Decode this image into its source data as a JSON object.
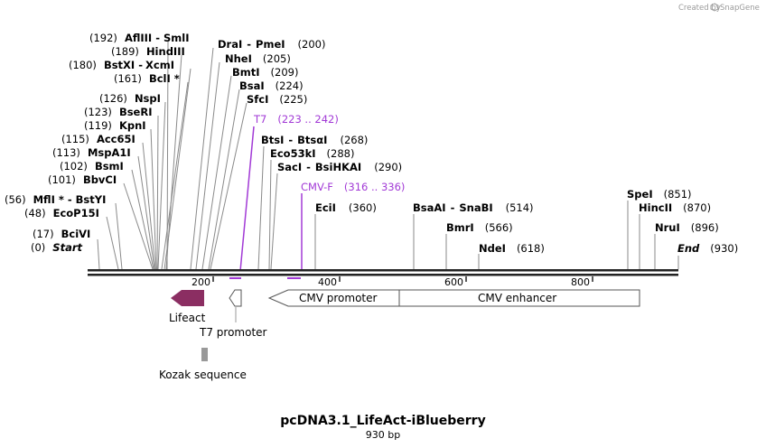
{
  "credit": {
    "prefix": "Created by",
    "brand": "SnapGene"
  },
  "title": "pcDNA3.1_LifeAct-iBlueberry",
  "length_label": "930 bp",
  "map": {
    "start_label": "Start",
    "start_pos": "(0)",
    "end_label": "End",
    "end_pos": "(930)"
  },
  "scale_ticks": [
    "200",
    "400",
    "600",
    "800"
  ],
  "sites": [
    {
      "pos": "(192)",
      "name": "AflIII",
      "name2": "SmlI"
    },
    {
      "pos": "(189)",
      "name": "HindIII"
    },
    {
      "pos": "(180)",
      "name": "BstXI",
      "name2": "XcmI"
    },
    {
      "pos": "(161)",
      "name": "BclI *"
    },
    {
      "pos": "(126)",
      "name": "NspI"
    },
    {
      "pos": "(123)",
      "name": "BseRI"
    },
    {
      "pos": "(119)",
      "name": "KpnI"
    },
    {
      "pos": "(115)",
      "name": "Acc65I"
    },
    {
      "pos": "(113)",
      "name": "MspA1I"
    },
    {
      "pos": "(102)",
      "name": "BsmI"
    },
    {
      "pos": "(101)",
      "name": "BbvCI"
    },
    {
      "pos": "(56)",
      "name": "MflI *",
      "name2": "BstYI"
    },
    {
      "pos": "(48)",
      "name": "EcoP15I"
    },
    {
      "pos": "(17)",
      "name": "BciVI"
    },
    {
      "pos": "(200)",
      "name": "DraI",
      "name2": "PmeI"
    },
    {
      "pos": "(205)",
      "name": "NheI"
    },
    {
      "pos": "(209)",
      "name": "BmtI"
    },
    {
      "pos": "(224)",
      "name": "BsaI"
    },
    {
      "pos": "(225)",
      "name": "SfcI"
    },
    {
      "pos": "(268)",
      "name": "BtsI",
      "name2": "BtsαI"
    },
    {
      "pos": "(288)",
      "name": "Eco53kI"
    },
    {
      "pos": "(290)",
      "name": "SacI",
      "name2": "BsiHKAI"
    },
    {
      "pos": "(360)",
      "name": "EciI"
    },
    {
      "pos": "(514)",
      "name": "BsaAI",
      "name2": "SnaBI"
    },
    {
      "pos": "(566)",
      "name": "BmrI"
    },
    {
      "pos": "(618)",
      "name": "NdeI"
    },
    {
      "pos": "(851)",
      "name": "SpeI"
    },
    {
      "pos": "(870)",
      "name": "HincII"
    },
    {
      "pos": "(896)",
      "name": "NruI"
    }
  ],
  "primers": [
    {
      "name": "T7",
      "range": "(223 .. 242)"
    },
    {
      "name": "CMV-F",
      "range": "(316 .. 336)"
    }
  ],
  "features": [
    {
      "name": "Lifeact",
      "color": "#8b2e62"
    },
    {
      "name": "T7 promoter",
      "color": "#ffffff"
    },
    {
      "name": "Kozak sequence",
      "color": "#999999"
    },
    {
      "name": "CMV promoter",
      "color": "#ffffff"
    },
    {
      "name": "CMV enhancer",
      "color": "#ffffff"
    }
  ],
  "colors": {
    "primer": "#a23ad6",
    "backbone": "#222222"
  }
}
